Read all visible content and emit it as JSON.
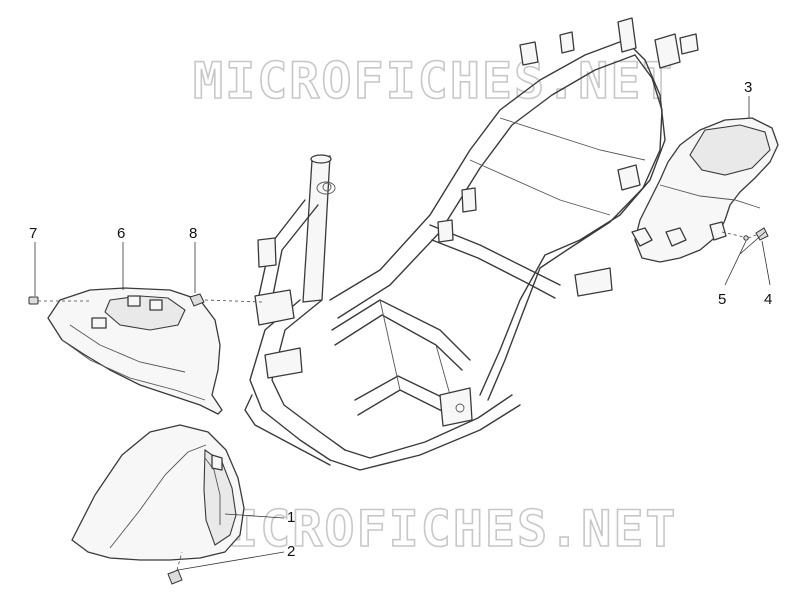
{
  "watermark": {
    "top": "MICROFICHES.NET",
    "bottom": "MICROFICHES.NET"
  },
  "callouts": {
    "c1": "1",
    "c2": "2",
    "c3": "3",
    "c4": "4",
    "c5": "5",
    "c6": "6",
    "c7": "7",
    "c8": "8"
  }
}
